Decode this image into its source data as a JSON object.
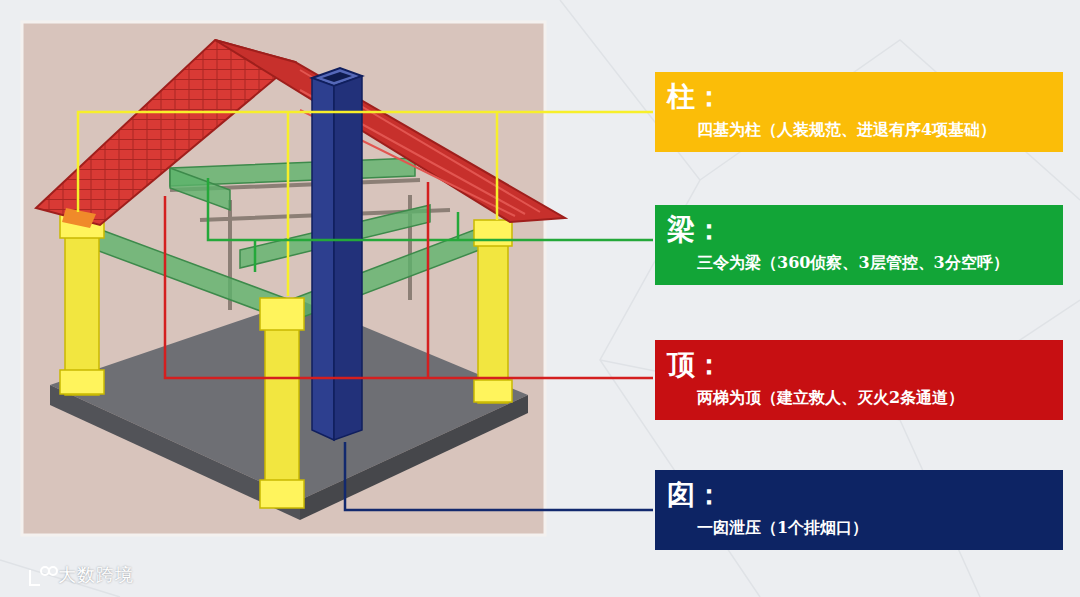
{
  "diagram": {
    "nodes": [
      {
        "text": [
          "柱：",
          "四基为柱（人装规范、进退有序4项基础）"
        ]
      },
      {
        "text": [
          "梁：",
          "三令为梁（360侦察、3层管控、3分空呼）"
        ]
      },
      {
        "text": [
          "顶：",
          "两梯为顶（建立救人、灭火2条通道）"
        ]
      },
      {
        "text": [
          "囱：",
          "一囱泄压（1个排烟口）"
        ]
      }
    ],
    "labels": [
      "大数跨境"
    ]
  }
}
